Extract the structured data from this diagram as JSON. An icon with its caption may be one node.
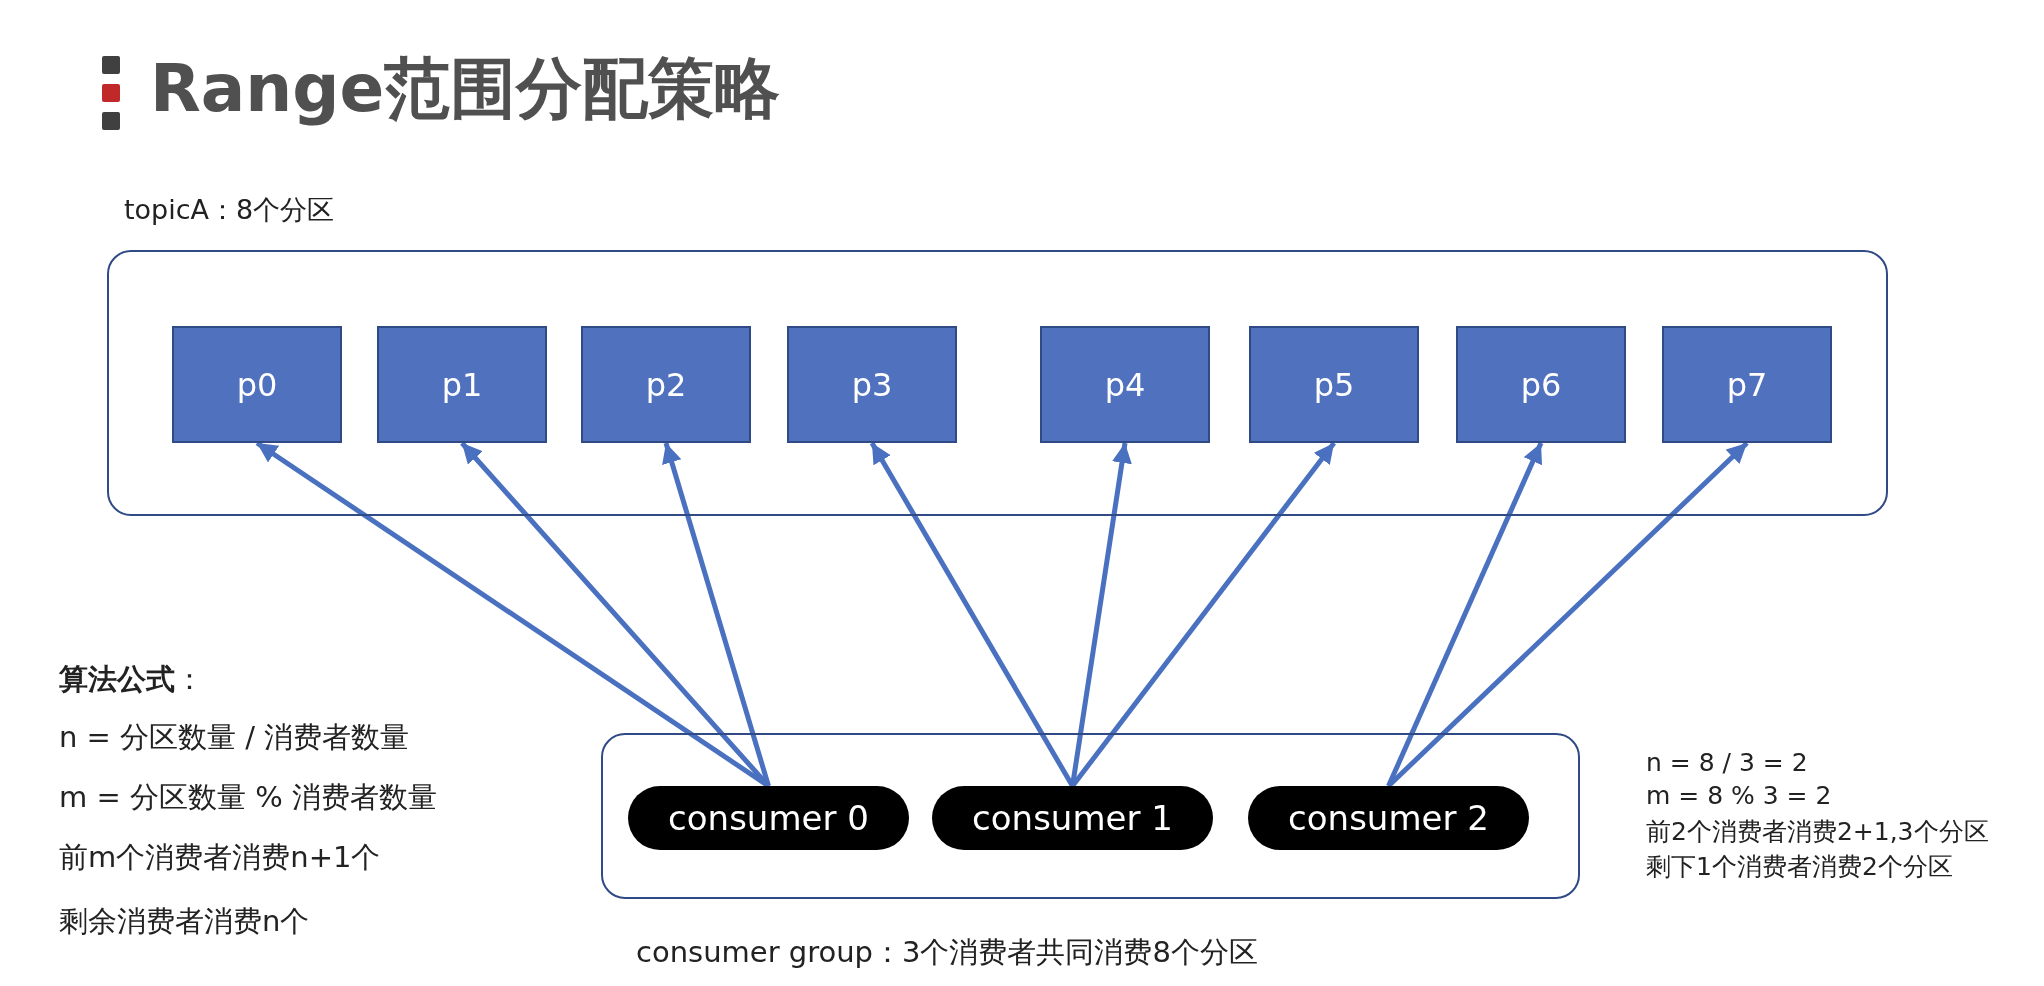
{
  "diagram": {
    "title": "Range范围分配策略",
    "nodes": [
      {
        "text": [
          "topicA：8个分区"
        ]
      },
      {
        "text": [
          "p0"
        ],
        "in": 0
      },
      {
        "text": [
          "p1"
        ],
        "in": 0
      },
      {
        "text": [
          "p2"
        ],
        "in": 0
      },
      {
        "text": [
          "p3"
        ],
        "in": 0
      },
      {
        "text": [
          "p4"
        ],
        "in": 0
      },
      {
        "text": [
          "p5"
        ],
        "in": 0
      },
      {
        "text": [
          "p6"
        ],
        "in": 0
      },
      {
        "text": [
          "p7"
        ],
        "in": 0
      },
      {
        "text": [
          "consumer group：3个消费者共同消费8个分区"
        ]
      },
      {
        "text": [
          "consumer 0"
        ],
        "in": 9
      },
      {
        "text": [
          "consumer 1"
        ],
        "in": 9
      },
      {
        "text": [
          "consumer 2"
        ],
        "in": 9
      }
    ],
    "edges": [
      {
        "from": 10,
        "to": 1,
        "arrow": "to"
      },
      {
        "from": 10,
        "to": 2,
        "arrow": "to"
      },
      {
        "from": 10,
        "to": 3,
        "arrow": "to"
      },
      {
        "from": 11,
        "to": 4,
        "arrow": "to"
      },
      {
        "from": 11,
        "to": 5,
        "arrow": "to"
      },
      {
        "from": 11,
        "to": 6,
        "arrow": "to"
      },
      {
        "from": 12,
        "to": 7,
        "arrow": "to"
      },
      {
        "from": 12,
        "to": 8,
        "arrow": "to"
      }
    ],
    "labels": [
      "**算法公式**：",
      "n = 分区数量 / 消费者数量",
      "m = 分区数量 % 消费者数量",
      "前m个消费者消费n+1个",
      "剩余消费者消费n个",
      "n = 8 / 3 = 2",
      "m = 8 % 3 = 2",
      "前2个消费者消费2+1,3个分区",
      "剩下1个消费者消费2个分区"
    ]
  }
}
